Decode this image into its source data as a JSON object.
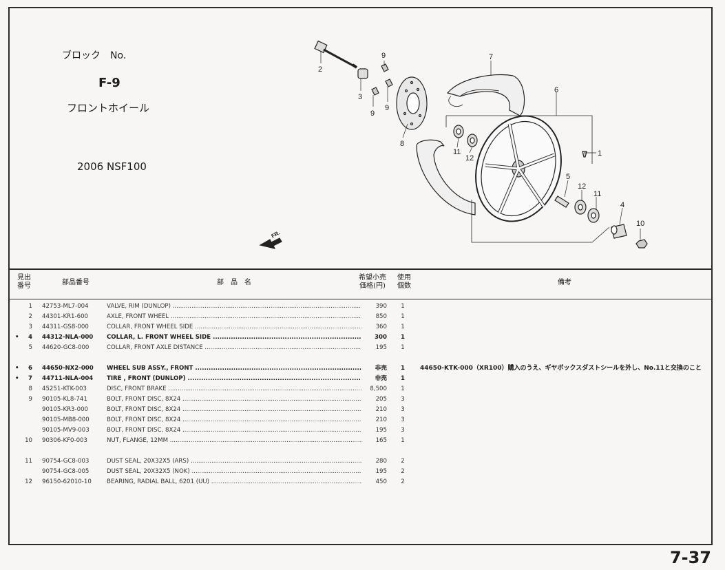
{
  "header": {
    "block_label": "ブロック　No.",
    "block_id": "F-9",
    "block_title": "フロントホイール",
    "model": "2006 NSF100"
  },
  "diagram": {
    "direction_label": "FR.",
    "callouts": [
      "1",
      "2",
      "3",
      "4",
      "5",
      "6",
      "7",
      "8",
      "9",
      "9",
      "9",
      "10",
      "11",
      "11",
      "12",
      "12"
    ]
  },
  "table": {
    "headers": {
      "ref": "見出\n番号",
      "part_no": "部品番号",
      "desc": "部　品　名",
      "price": "希望小売\n価格(円)",
      "qty": "使用\n個数",
      "note": "備考"
    },
    "rows": [
      {
        "ref": "1",
        "dot": "",
        "part": "42753-ML7-004",
        "desc": "VALVE, RIM (DUNLOP)",
        "price": "390",
        "qty": "1",
        "note": "",
        "bold": false
      },
      {
        "ref": "2",
        "dot": "",
        "part": "44301-KR1-600",
        "desc": "AXLE, FRONT WHEEL",
        "price": "850",
        "qty": "1",
        "note": "",
        "bold": false
      },
      {
        "ref": "3",
        "dot": "",
        "part": "44311-GS8-000",
        "desc": "COLLAR, FRONT WHEEL SIDE",
        "price": "360",
        "qty": "1",
        "note": "",
        "bold": false
      },
      {
        "ref": "4",
        "dot": "•",
        "part": "44312-NLA-000",
        "desc": "COLLAR, L. FRONT WHEEL SIDE",
        "price": "300",
        "qty": "1",
        "note": "",
        "bold": true
      },
      {
        "ref": "5",
        "dot": "",
        "part": "44620-GC8-000",
        "desc": "COLLAR, FRONT AXLE DISTANCE",
        "price": "195",
        "qty": "1",
        "note": "",
        "bold": false
      },
      {
        "ref": "6",
        "dot": "•",
        "part": "44650-NX2-000",
        "desc": "WHEEL SUB ASSY., FRONT",
        "price": "非売",
        "qty": "1",
        "note": "44650-KTK-000（XR100）購入のうえ、ギヤボックスダストシールを外し、No.11と交換のこと",
        "bold": true
      },
      {
        "ref": "7",
        "dot": "•",
        "part": "44711-NLA-004",
        "desc": "TIRE , FRONT (DUNLOP)",
        "price": "非売",
        "qty": "1",
        "note": "",
        "bold": true
      },
      {
        "ref": "8",
        "dot": "",
        "part": "45251-KTK-003",
        "desc": "DISC, FRONT BRAKE",
        "price": "8,500",
        "qty": "1",
        "note": "",
        "bold": false
      },
      {
        "ref": "9",
        "dot": "",
        "part": "90105-KL8-741",
        "desc": "BOLT, FRONT DISC, 8X24",
        "price": "205",
        "qty": "3",
        "note": "",
        "bold": false
      },
      {
        "ref": "",
        "dot": "",
        "part": "90105-KR3-000",
        "desc": "BOLT, FRONT DISC, 8X24",
        "price": "210",
        "qty": "3",
        "note": "",
        "bold": false
      },
      {
        "ref": "",
        "dot": "",
        "part": "90105-MB8-000",
        "desc": "BOLT, FRONT DISC, 8X24",
        "price": "210",
        "qty": "3",
        "note": "",
        "bold": false
      },
      {
        "ref": "",
        "dot": "",
        "part": "90105-MV9-003",
        "desc": "BOLT, FRONT DISC, 8X24",
        "price": "195",
        "qty": "3",
        "note": "",
        "bold": false
      },
      {
        "ref": "10",
        "dot": "",
        "part": "90306-KF0-003",
        "desc": "NUT, FLANGE, 12MM",
        "price": "165",
        "qty": "1",
        "note": "",
        "bold": false
      },
      {
        "ref": "11",
        "dot": "",
        "part": "90754-GC8-003",
        "desc": "DUST SEAL, 20X32X5 (ARS)",
        "price": "280",
        "qty": "2",
        "note": "",
        "bold": false
      },
      {
        "ref": "",
        "dot": "",
        "part": "90754-GC8-005",
        "desc": "DUST SEAL, 20X32X5 (NOK)",
        "price": "195",
        "qty": "2",
        "note": "",
        "bold": false
      },
      {
        "ref": "12",
        "dot": "",
        "part": "96150-62010-10",
        "desc": "BEARING, RADIAL BALL, 6201 (UU)",
        "price": "450",
        "qty": "2",
        "note": "",
        "bold": false
      }
    ]
  },
  "footer": {
    "page_number": "7-37"
  }
}
